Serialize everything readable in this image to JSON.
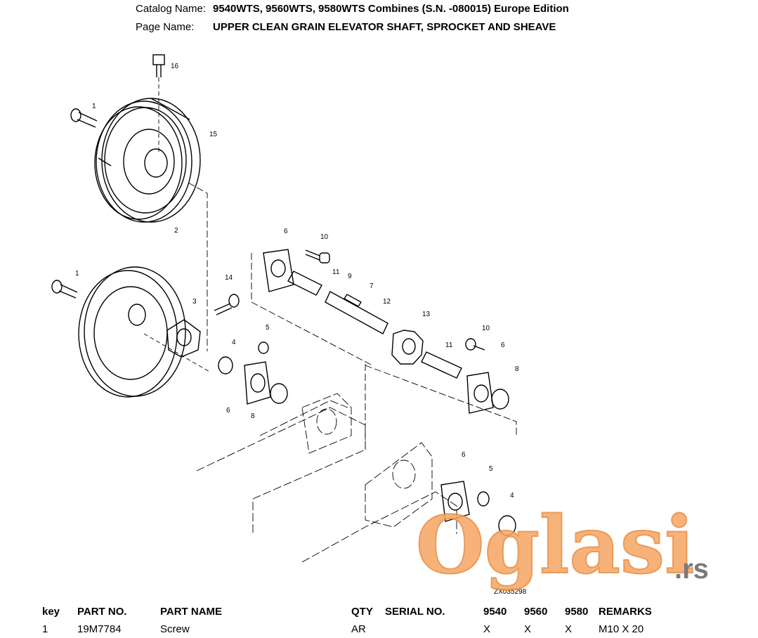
{
  "header": {
    "catalog_label": "Catalog Name:",
    "catalog_value": "9540WTS, 9560WTS, 9580WTS Combines (S.N. -080015) Europe Edition",
    "page_label": "Page Name:",
    "page_value": "UPPER CLEAN GRAIN ELEVATOR SHAFT, SPROCKET AND SHEAVE"
  },
  "diagram": {
    "figure_id": "ZX035298",
    "callouts": [
      "16",
      "1",
      "15",
      "2",
      "1",
      "3",
      "14",
      "6",
      "10",
      "11",
      "9",
      "7",
      "12",
      "13",
      "5",
      "4",
      "6",
      "8",
      "10",
      "6",
      "11",
      "8",
      "6",
      "5",
      "4"
    ]
  },
  "watermark": {
    "brand": "Oglasi",
    "suffix": ".rs",
    "color": "#f5a562"
  },
  "table": {
    "headers": {
      "key": "key",
      "part_no": "PART NO.",
      "part_name": "PART NAME",
      "qty": "QTY",
      "serial_no": "SERIAL NO.",
      "m9540": "9540",
      "m9560": "9560",
      "m9580": "9580",
      "remarks": "REMARKS"
    },
    "rows": [
      {
        "key": "1",
        "part_no": "19M7784",
        "part_name": "Screw",
        "qty": "AR",
        "serial_no": "",
        "m9540": "X",
        "m9560": "X",
        "m9580": "X",
        "remarks": "M10 X 20"
      }
    ]
  }
}
